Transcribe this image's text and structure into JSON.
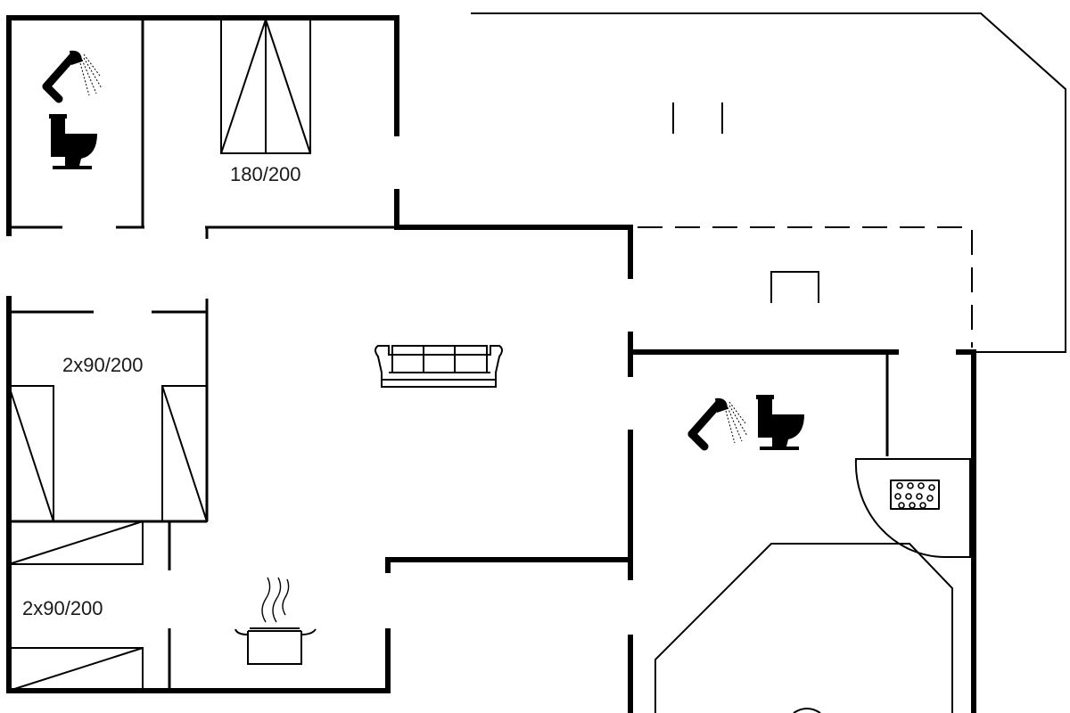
{
  "labels": {
    "bed_master": "180/200",
    "bed_room_a": "2x90/200",
    "bed_room_b": "2x90/200"
  },
  "colors": {
    "wall": "#000000",
    "background": "#ffffff",
    "text": "#1a1a1a"
  },
  "icons": [
    "shower-icon",
    "toilet-icon",
    "sofa-icon",
    "cooking-pot-icon",
    "hot-tub-icon"
  ]
}
